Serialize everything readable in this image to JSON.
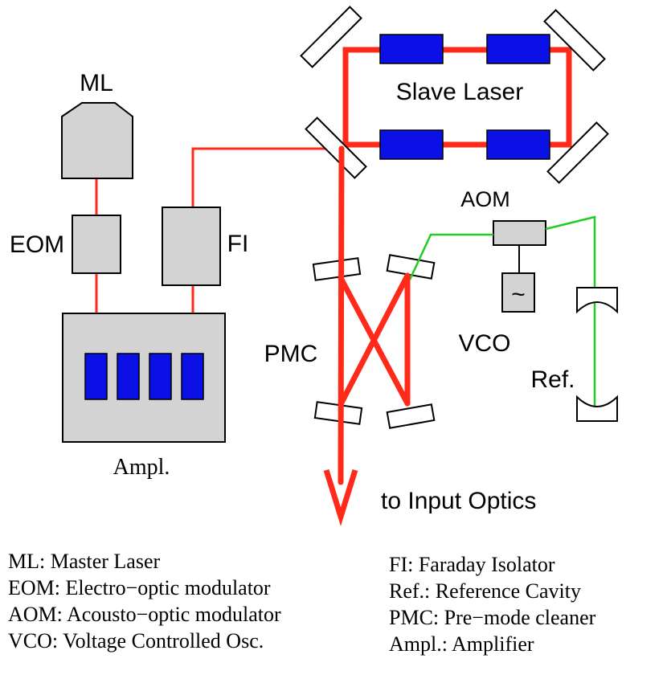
{
  "labels": {
    "ml": "ML",
    "eom": "EOM",
    "fi": "FI",
    "slave_laser": "Slave Laser",
    "aom": "AOM",
    "vco": "VCO",
    "vco_symbol": "~",
    "pmc": "PMC",
    "ref": "Ref.",
    "ampl": "Ampl.",
    "to_input_optics": "to Input Optics"
  },
  "legend_left": [
    "ML: Master Laser",
    "EOM: Electro−optic modulator",
    "AOM: Acousto−optic modulator",
    "VCO: Voltage Controlled Osc."
  ],
  "legend_right": [
    "FI: Faraday Isolator",
    "Ref.: Reference Cavity",
    "PMC: Pre−mode cleaner",
    "Ampl.: Amplifier"
  ],
  "colors": {
    "red_beam": "#ff2a1a",
    "green_beam": "#22cc22",
    "component_fill": "#d3d3d3",
    "crystal": "#0a10e6"
  }
}
